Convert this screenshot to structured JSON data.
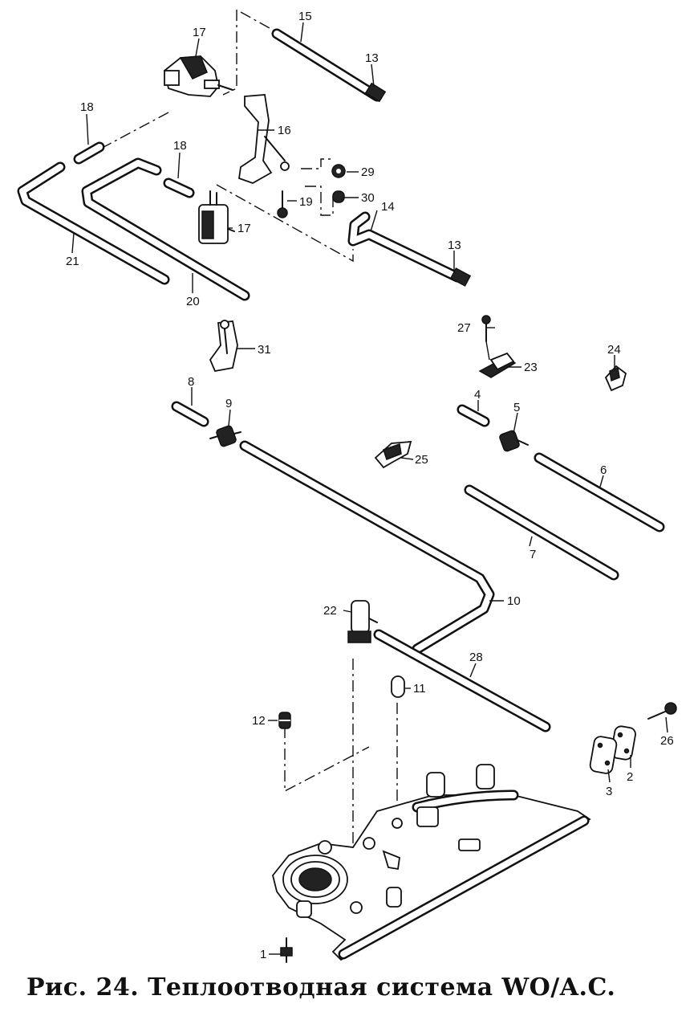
{
  "caption": "Рис. 24. Теплоотводная система WO/A.C.",
  "labels": {
    "p1": "1",
    "p2": "2",
    "p3": "3",
    "p4": "4",
    "p5": "5",
    "p6": "6",
    "p7": "7",
    "p8": "8",
    "p9": "9",
    "p10": "10",
    "p11": "11",
    "p12": "12",
    "p13a": "13",
    "p13b": "13",
    "p14": "14",
    "p15": "15",
    "p16": "16",
    "p17a": "17",
    "p17b": "17",
    "p18a": "18",
    "p18b": "18",
    "p19": "19",
    "p20": "20",
    "p21": "21",
    "p22": "22",
    "p23": "23",
    "p24": "24",
    "p25": "25",
    "p26": "26",
    "p27": "27",
    "p28": "28",
    "p29": "29",
    "p30": "30",
    "p31": "31"
  }
}
